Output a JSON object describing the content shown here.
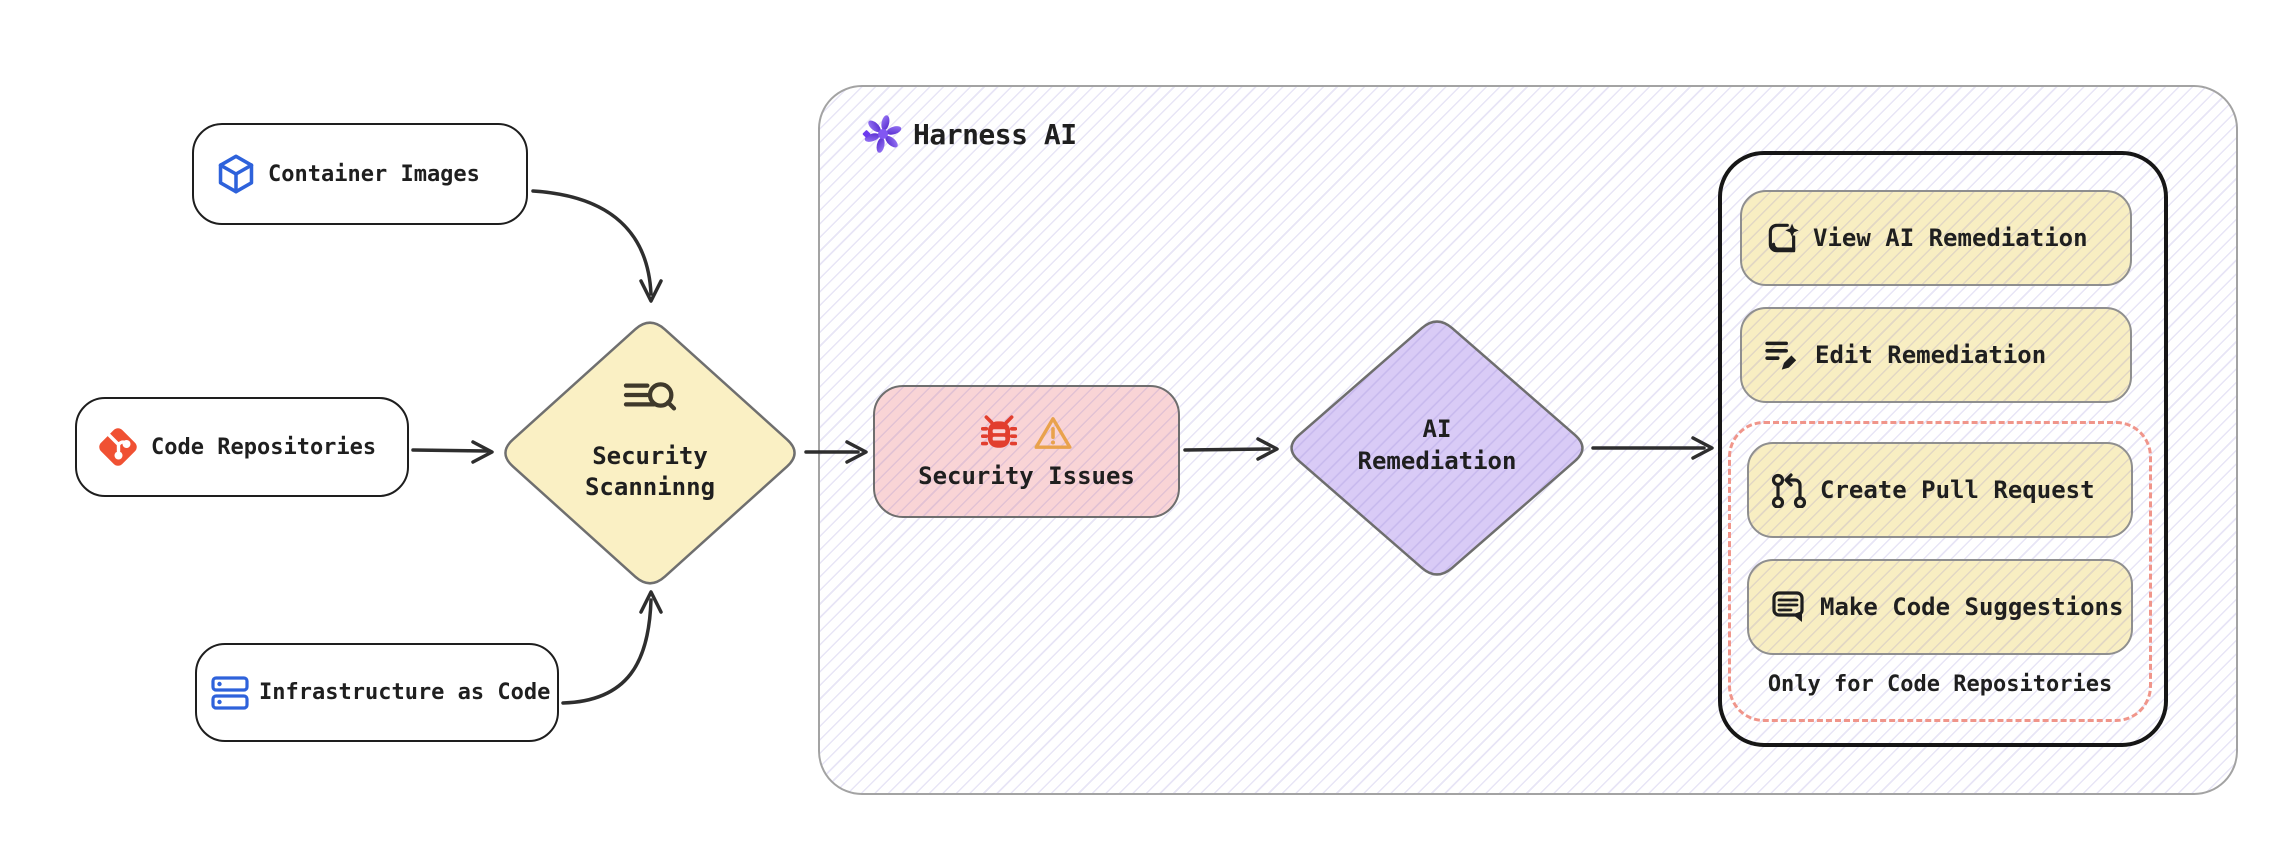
{
  "diagram": {
    "sources": [
      {
        "label": "Container Images",
        "icon": "cube-icon"
      },
      {
        "label": "Code Repositories",
        "icon": "git-icon"
      },
      {
        "label": "Infrastructure as Code",
        "icon": "server-stack-icon"
      }
    ],
    "scanning": {
      "line1": "Security",
      "line2": "Scanninng",
      "icon": "scan-search-icon"
    },
    "harness": {
      "title": "Harness AI",
      "icon": "harness-ai-logo-icon"
    },
    "issues": {
      "label": "Security Issues",
      "icons": [
        "bug-icon",
        "warning-icon"
      ]
    },
    "remediation": {
      "line1": "AI",
      "line2": "Remediation"
    },
    "actions": {
      "view": "View AI Remediation",
      "edit": "Edit Remediation",
      "create_pr": "Create Pull Request",
      "suggest": "Make Code Suggestions",
      "note": "Only for Code Repositories"
    },
    "colors": {
      "yellow_fill": "#FAF0C4",
      "button_yellow": "#F8EEC2",
      "pink_fill": "#F9D4D6",
      "purple_fill": "#D9CBF6",
      "dashed_salmon": "#F0958A",
      "git_orange": "#F05133",
      "icon_blue": "#2E62DB",
      "bug_red": "#E23E2E",
      "warning_orange": "#E9A24C",
      "harness_purple": "#6D3BEF",
      "stroke_dark": "#1E1E1E",
      "border_gray": "#6F6F6F",
      "hatch_lavender": "#DCD6F0"
    }
  }
}
